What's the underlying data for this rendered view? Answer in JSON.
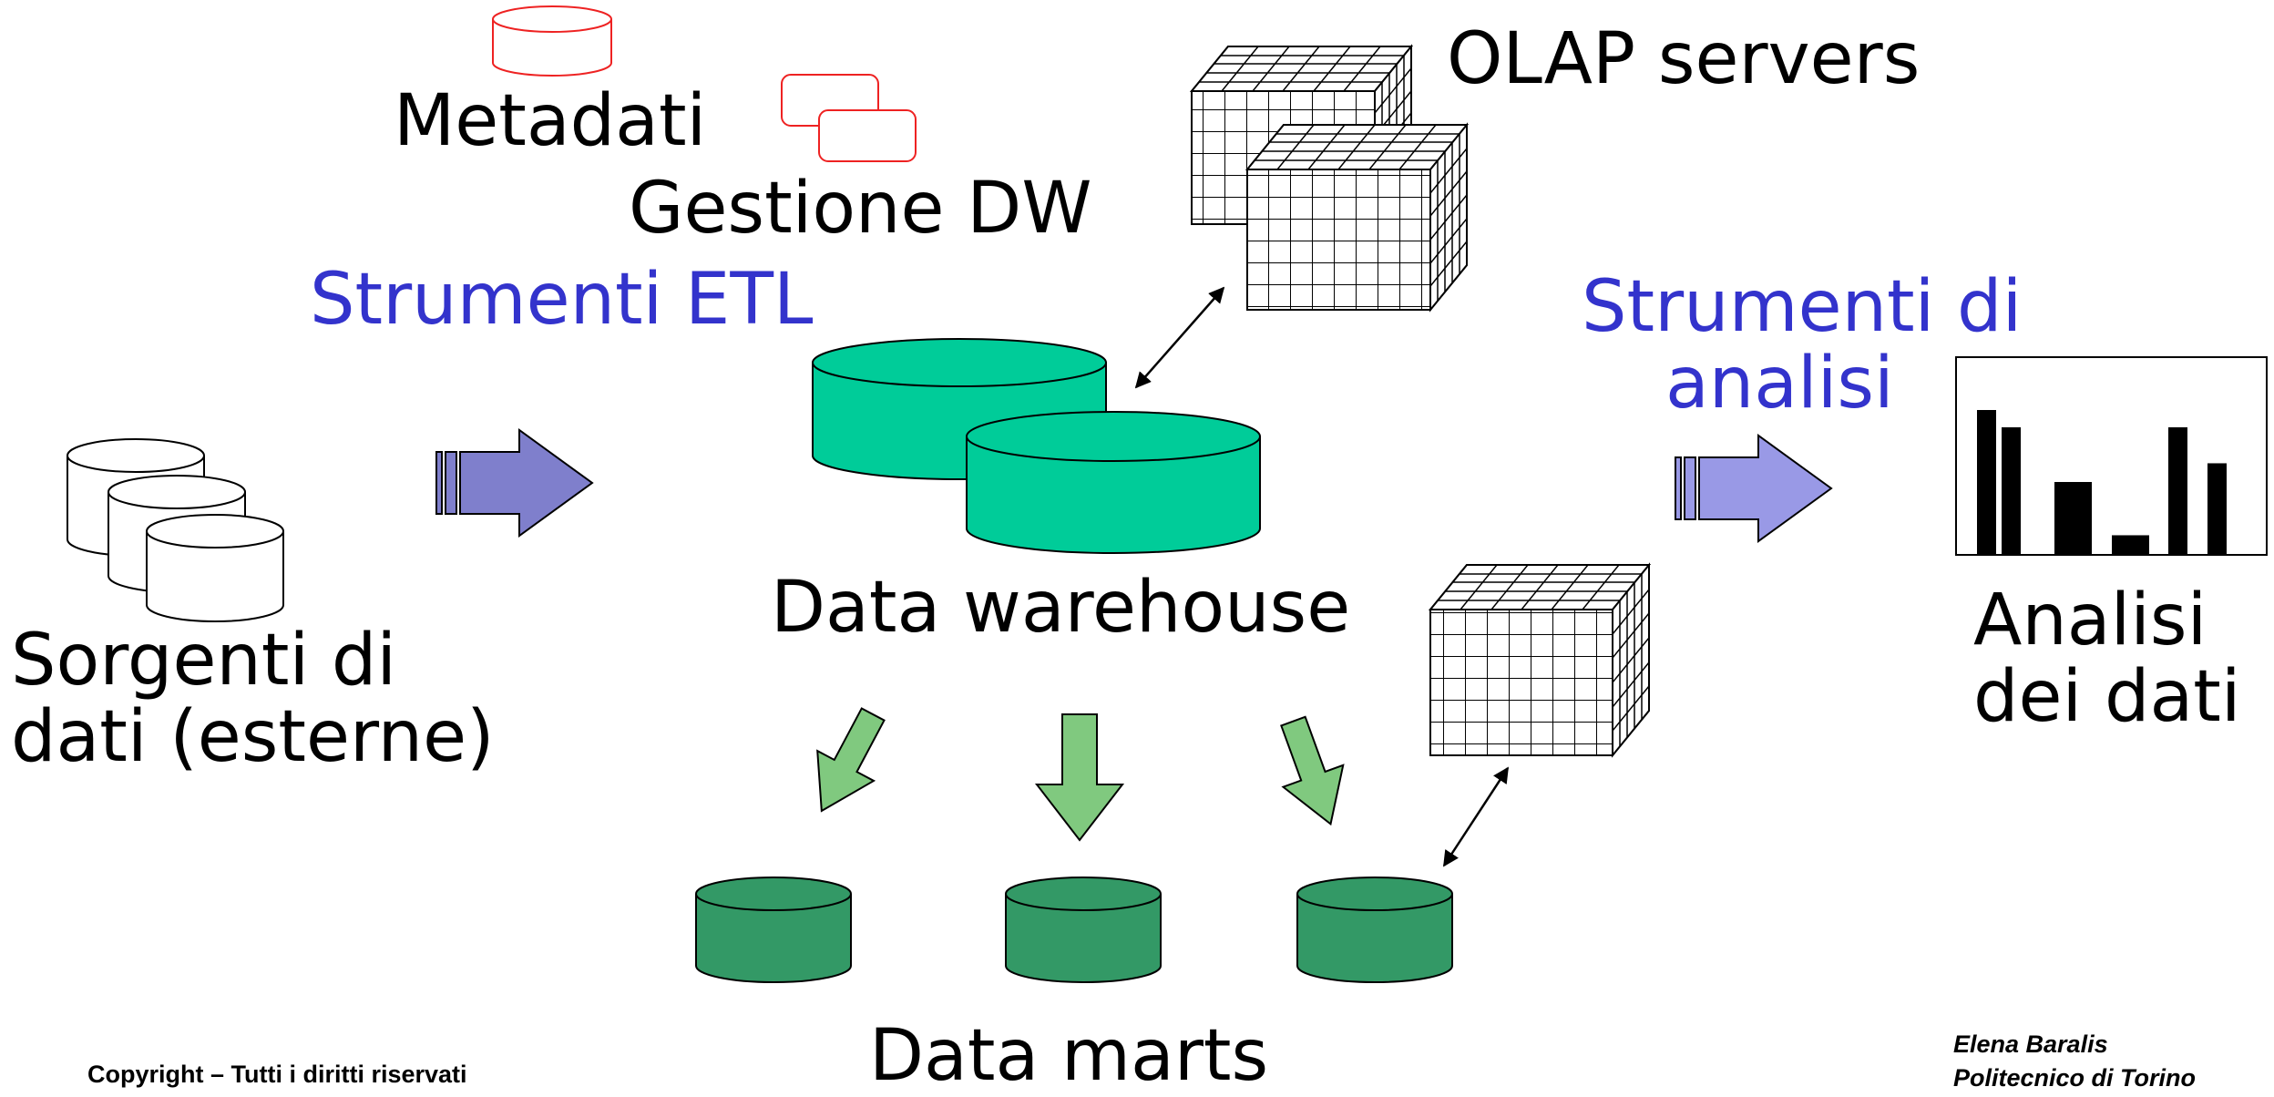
{
  "labels": {
    "metadata": "Metadati",
    "dw_management": "Gestione DW",
    "olap_servers": "OLAP servers",
    "etl_tools": "Strumenti ETL",
    "analysis_tools_line1": "Strumenti di",
    "analysis_tools_line2": "analisi",
    "sources_line1": "Sorgenti di",
    "sources_line2": "dati (esterne)",
    "data_warehouse": "Data warehouse",
    "data_analysis_line1": "Analisi",
    "data_analysis_line2": "dei dati",
    "data_marts": "Data marts"
  },
  "footer": {
    "copyright": "Copyright – Tutti i diritti riservati",
    "author": "Elena Baralis",
    "institution": "Politecnico di Torino"
  },
  "colors": {
    "warehouse_green": "#00cc99",
    "datamart_green": "#339966",
    "down_arrow_green": "#80c97f",
    "etl_arrow_purple": "#7f7fcc",
    "analysis_arrow_purple": "#9999e6",
    "metadata_red": "#ee2222",
    "label_blue": "#3333cc"
  },
  "chart_data": {
    "type": "bar",
    "categories": [
      "",
      "",
      "",
      "",
      "",
      ""
    ],
    "values": [
      100,
      88,
      50,
      13,
      88,
      63
    ],
    "title": "",
    "xlabel": "",
    "ylabel": "",
    "ylim": [
      0,
      120
    ]
  }
}
